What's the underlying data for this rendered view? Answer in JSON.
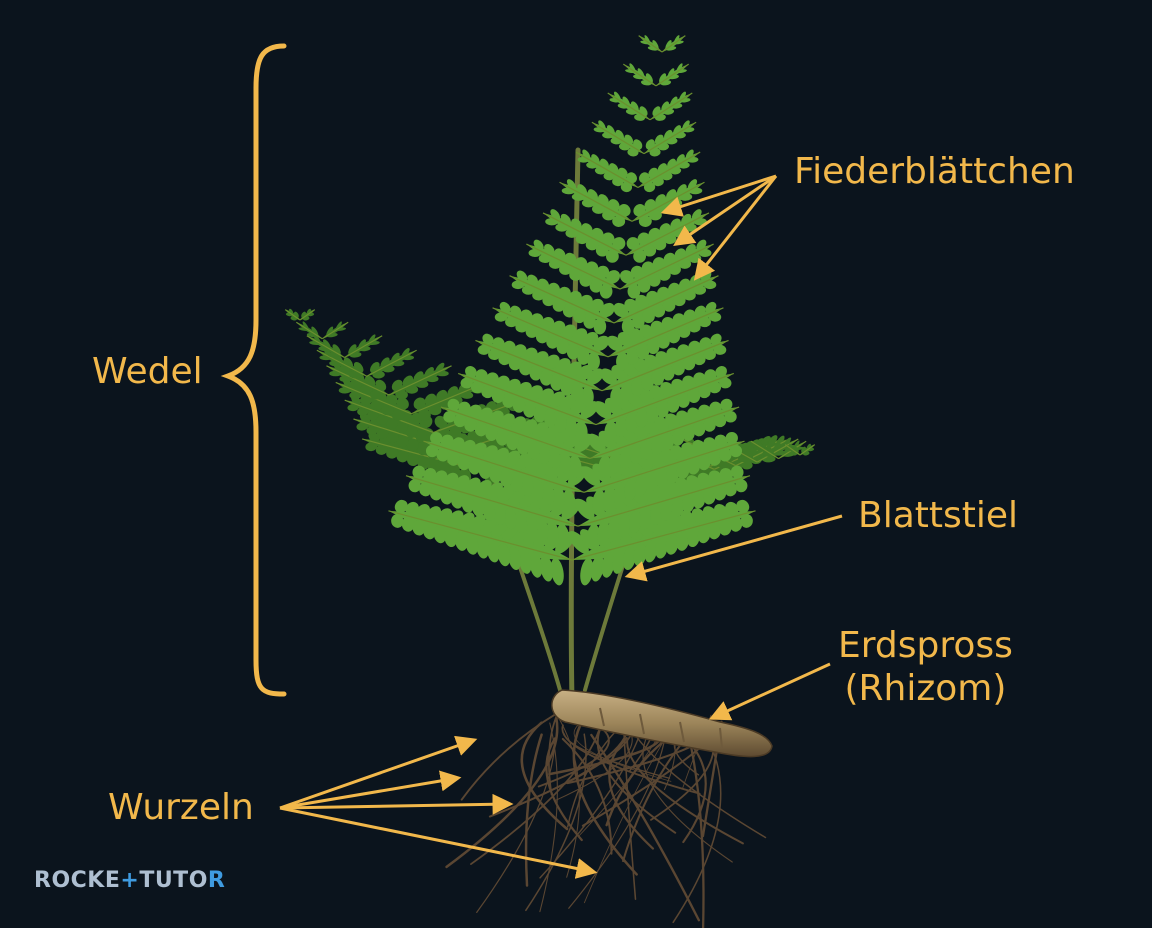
{
  "labels": {
    "wedel": "Wedel",
    "fiederblaettchen": "Fiederblättchen",
    "blattstiel": "Blattstiel",
    "erdspross_line1": "Erdspross",
    "erdspross_line2": "(Rhizom)",
    "wurzeln": "Wurzeln"
  },
  "brand": {
    "part1": "ROCKE",
    "plus": "+",
    "part2": "TUTO",
    "part3": "R"
  },
  "colors": {
    "background": "#0b141d",
    "annotation": "#f2b84b",
    "frond": "#5fa73a",
    "frond_dark": "#3f7a26",
    "stem": "#6d7a3a",
    "rhizome": "#a08a5c",
    "roots": "#5a4632",
    "brand_text": "#aebfd1",
    "brand_accent": "#3f9be0"
  },
  "icons": [
    "brace",
    "arrow",
    "fern-illustration"
  ]
}
